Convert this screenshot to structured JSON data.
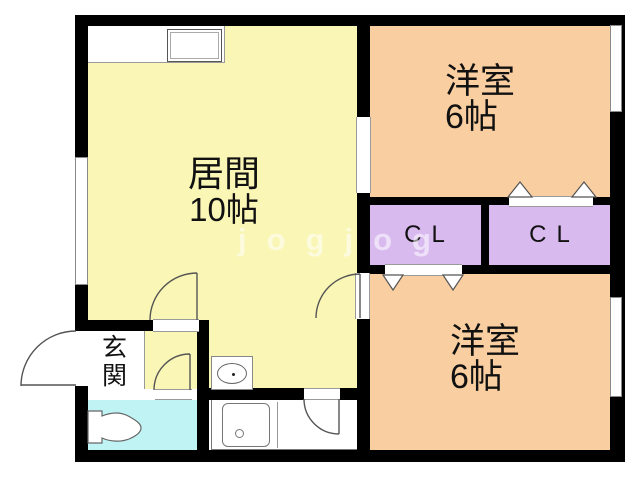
{
  "watermark": "jogjog",
  "rooms": {
    "living": {
      "name": "居間",
      "size": "10帖"
    },
    "bedroom_top": {
      "name": "洋室",
      "size": "6帖"
    },
    "bedroom_bottom": {
      "name": "洋室",
      "size": "6帖"
    },
    "closet_left": {
      "label": "CL"
    },
    "closet_right": {
      "label": "CL"
    },
    "entrance": {
      "label": "玄関"
    }
  },
  "colors": {
    "living": "#FAF6B6",
    "bedroom": "#F9CEA0",
    "closet": "#D9BAEF",
    "toilet": "#C0F3F4",
    "wall": "#000000"
  }
}
